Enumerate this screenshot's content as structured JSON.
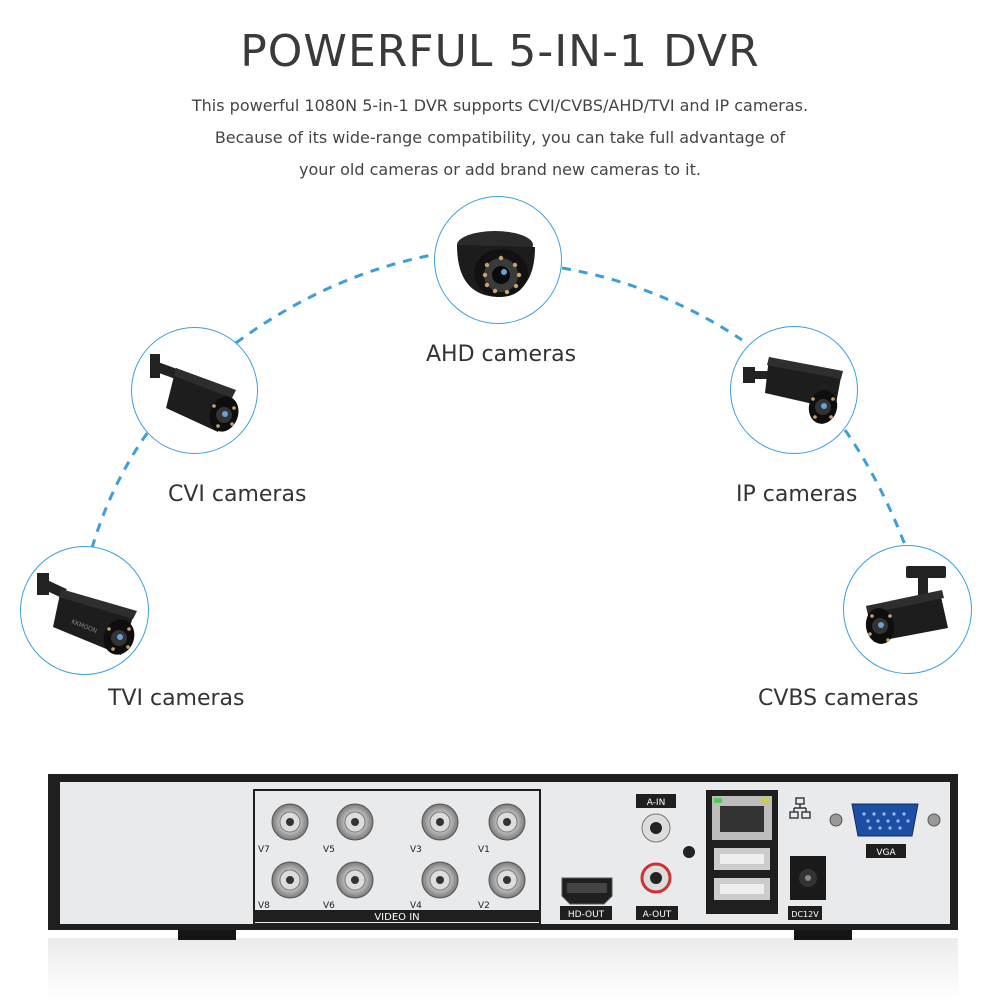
{
  "header": {
    "title": "POWERFUL 5-IN-1 DVR",
    "lines": [
      "This powerful 1080N 5-in-1 DVR supports CVI/CVBS/AHD/TVI and IP cameras.",
      "Because of its wide-range compatibility, you can take full advantage of",
      "your old cameras or add brand new cameras to it."
    ]
  },
  "cameras": {
    "ahd": "AHD cameras",
    "cvi": "CVI cameras",
    "ip": "IP cameras",
    "tvi": "TVI cameras",
    "cvbs": "CVBS cameras"
  },
  "dvr": {
    "video_inputs": [
      "V7",
      "V5",
      "V3",
      "V1",
      "V8",
      "V6",
      "V4",
      "V2"
    ],
    "video_in_label": "VIDEO IN",
    "hd_out": "HD-OUT",
    "a_in": "A-IN",
    "a_out": "A-OUT",
    "dc": "DC12V",
    "vga": "VGA"
  },
  "colors": {
    "accent": "#3aa0dc",
    "dvr_body": "#222222",
    "dvr_panel": "#e8e8ea"
  }
}
